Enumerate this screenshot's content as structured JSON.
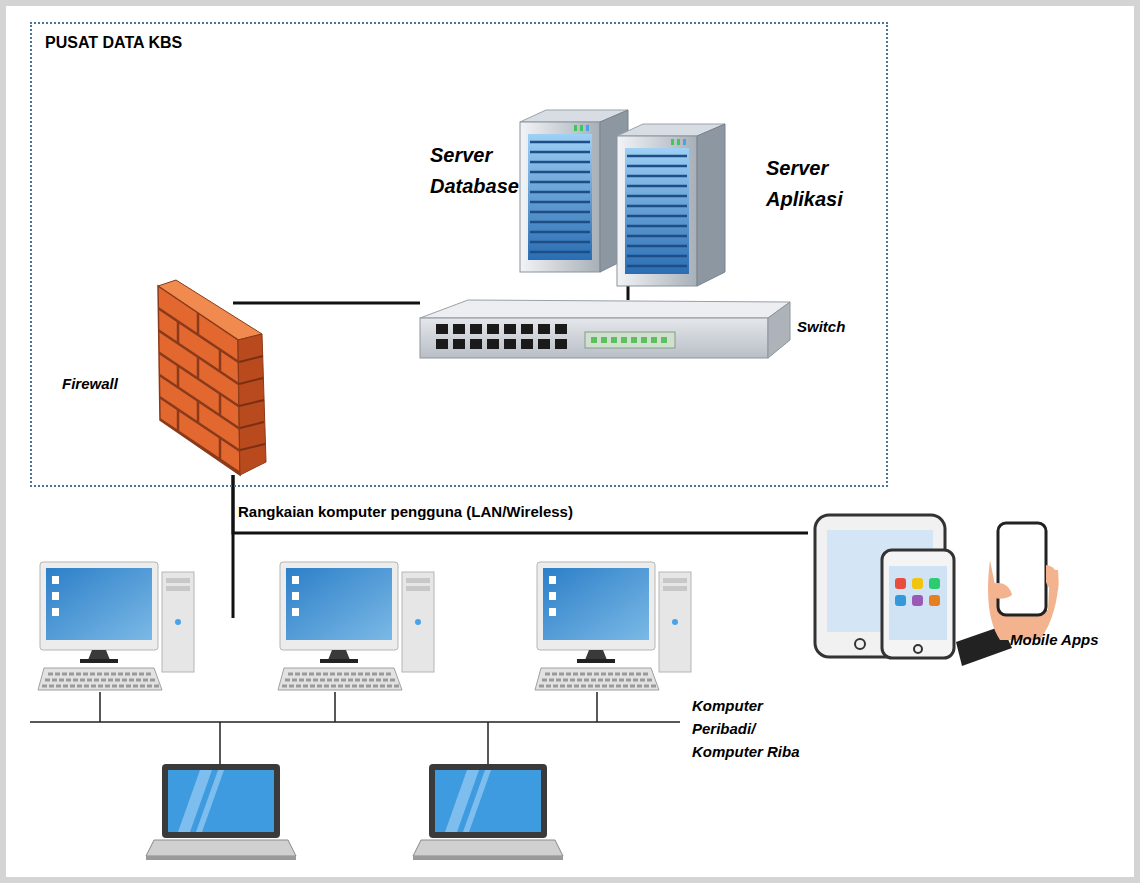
{
  "diagram": {
    "nodes": [
      {
        "text": [
          "PUSAT DATA KBS"
        ]
      },
      {
        "text": [
          "Server Database"
        ],
        "in": 0
      },
      {
        "text": [
          "Server Aplikasi"
        ],
        "in": 0
      },
      {
        "text": [
          "Switch"
        ],
        "in": 0
      },
      {
        "text": [
          "Firewall"
        ],
        "in": 0
      },
      {
        "text": [
          "Komputer Peribadi/ Komputer Riba"
        ]
      },
      {
        "text": [
          "Mobile Apps"
        ]
      }
    ],
    "edges": [
      {
        "from": 4,
        "to": 3,
        "arrow": "none"
      },
      {
        "from": 3,
        "to": 2,
        "arrow": "none"
      },
      {
        "from": 4,
        "to": 5,
        "arrow": "none"
      },
      {
        "from": 4,
        "to": 6,
        "arrow": "none"
      }
    ],
    "labels": [
      "Rangkaian komputer pengguna (LAN/Wireless)"
    ]
  }
}
